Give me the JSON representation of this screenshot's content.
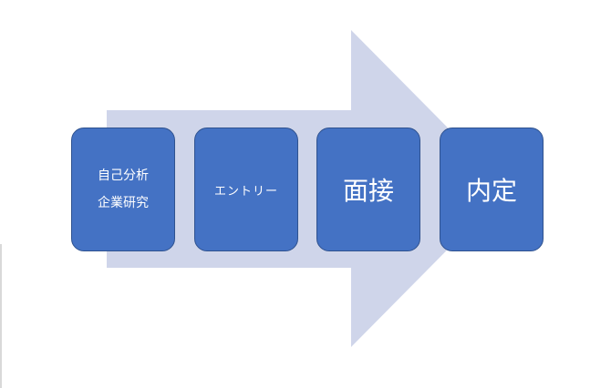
{
  "process": {
    "steps": [
      {
        "lines": [
          "自己分析",
          "企業研究"
        ]
      },
      {
        "lines": [
          "エントリー"
        ]
      },
      {
        "lines": [
          "面接"
        ]
      },
      {
        "lines": [
          "内定"
        ]
      }
    ]
  },
  "colors": {
    "arrow": "#cfd5ea",
    "box_fill": "#4472c4",
    "box_border": "#2f528f",
    "text": "#ffffff"
  }
}
